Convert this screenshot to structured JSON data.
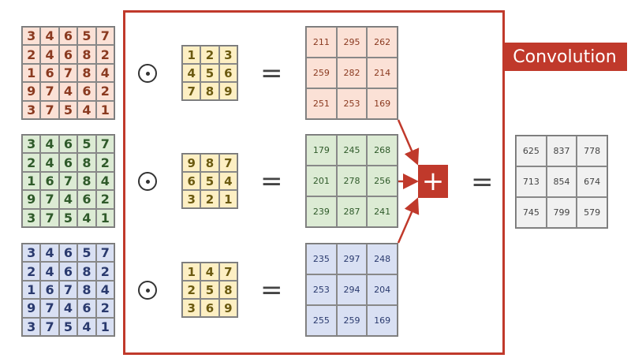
{
  "title": "Convolution",
  "operator_hadamard": "⊙",
  "equals": "=",
  "plus": "+",
  "inputs": [
    {
      "channel": "red",
      "values": [
        [
          3,
          4,
          6,
          5,
          7
        ],
        [
          2,
          4,
          6,
          8,
          2
        ],
        [
          1,
          6,
          7,
          8,
          4
        ],
        [
          9,
          7,
          4,
          6,
          2
        ],
        [
          3,
          7,
          5,
          4,
          1
        ]
      ]
    },
    {
      "channel": "green",
      "values": [
        [
          3,
          4,
          6,
          5,
          7
        ],
        [
          2,
          4,
          6,
          8,
          2
        ],
        [
          1,
          6,
          7,
          8,
          4
        ],
        [
          9,
          7,
          4,
          6,
          2
        ],
        [
          3,
          7,
          5,
          4,
          1
        ]
      ]
    },
    {
      "channel": "blue",
      "values": [
        [
          3,
          4,
          6,
          5,
          7
        ],
        [
          2,
          4,
          6,
          8,
          2
        ],
        [
          1,
          6,
          7,
          8,
          4
        ],
        [
          9,
          7,
          4,
          6,
          2
        ],
        [
          3,
          7,
          5,
          4,
          1
        ]
      ]
    }
  ],
  "kernels": [
    [
      [
        1,
        2,
        3
      ],
      [
        4,
        5,
        6
      ],
      [
        7,
        8,
        9
      ]
    ],
    [
      [
        9,
        8,
        7
      ],
      [
        6,
        5,
        4
      ],
      [
        3,
        2,
        1
      ]
    ],
    [
      [
        1,
        4,
        7
      ],
      [
        2,
        5,
        8
      ],
      [
        3,
        6,
        9
      ]
    ]
  ],
  "partials": [
    [
      [
        211,
        295,
        262
      ],
      [
        259,
        282,
        214
      ],
      [
        251,
        253,
        169
      ]
    ],
    [
      [
        179,
        245,
        268
      ],
      [
        201,
        278,
        256
      ],
      [
        239,
        287,
        241
      ]
    ],
    [
      [
        235,
        297,
        248
      ],
      [
        253,
        294,
        204
      ],
      [
        255,
        259,
        169
      ]
    ]
  ],
  "output": [
    [
      625,
      837,
      778
    ],
    [
      713,
      854,
      674
    ],
    [
      745,
      799,
      579
    ]
  ],
  "colors": {
    "accent": "#c0392b"
  }
}
